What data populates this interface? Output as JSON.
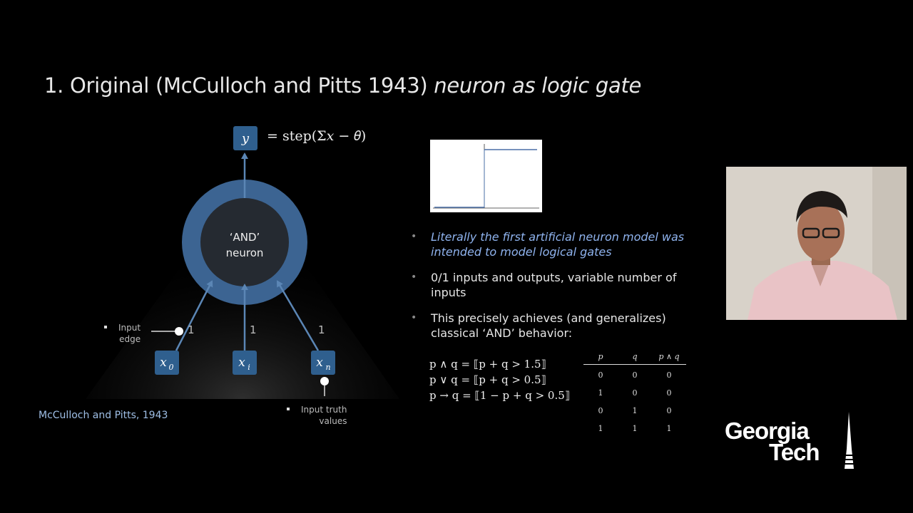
{
  "title": {
    "main": "1. Original (McCulloch and Pitts 1943) ",
    "italic": "neuron as logic gate"
  },
  "diagram": {
    "output_node": "y",
    "output_formula": "= step(Σ𝑥 − 𝜃)",
    "neuron_line1": "‘AND’",
    "neuron_line2": "neuron",
    "inputs": [
      {
        "sym": "x",
        "sub": "0",
        "weight": "1"
      },
      {
        "sym": "x",
        "sub": "i",
        "weight": "1"
      },
      {
        "sym": "x",
        "sub": "n",
        "weight": "1"
      }
    ],
    "note_edge_1": "Input",
    "note_edge_2": "edge",
    "note_truth_1": "Input truth",
    "note_truth_2": "values",
    "reference": "McCulloch and Pitts, 1943"
  },
  "bullets": [
    {
      "text": "Literally the first artificial neuron model was intended to model logical gates",
      "highlight": true
    },
    {
      "text": "0/1 inputs and outputs, variable number of inputs",
      "highlight": false
    },
    {
      "text": "This precisely achieves (and generalizes) classical ‘AND’ behavior:",
      "highlight": false
    }
  ],
  "equations": [
    "p ∧ q = ⟦p + q > 1.5⟧",
    "p ∨ q = ⟦p + q > 0.5⟧",
    "p → q = ⟦1 − p + q > 0.5⟧"
  ],
  "truth_table": {
    "headers": [
      "p",
      "q",
      "p ∧ q"
    ],
    "rows": [
      [
        "0",
        "0",
        "0"
      ],
      [
        "1",
        "0",
        "0"
      ],
      [
        "0",
        "1",
        "0"
      ],
      [
        "1",
        "1",
        "1"
      ]
    ]
  },
  "logo": {
    "line1": "Georgia",
    "line2": "Tech"
  }
}
